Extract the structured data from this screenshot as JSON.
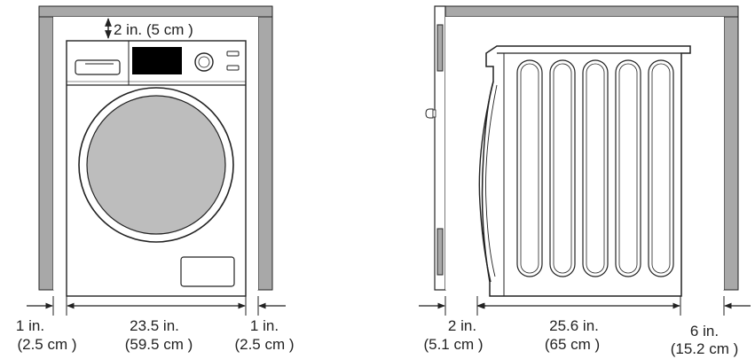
{
  "front_view": {
    "top_clearance": "2 in. (5 cm )",
    "left_gap": {
      "inches": "1 in.",
      "cm": "(2.5 cm )"
    },
    "width": {
      "inches": "23.5 in.",
      "cm": "(59.5 cm )"
    },
    "right_gap": {
      "inches": "1 in.",
      "cm": "(2.5 cm )"
    }
  },
  "side_view": {
    "front_gap": {
      "inches": "2 in.",
      "cm": "(5.1 cm )"
    },
    "depth": {
      "inches": "25.6 in.",
      "cm": "(65 cm )"
    },
    "rear_gap": {
      "inches": "6 in.",
      "cm": "(15.2 cm )"
    }
  },
  "colors": {
    "wall": "#a8a8a8",
    "drum": "#bdbdbd",
    "line": "#222222"
  }
}
